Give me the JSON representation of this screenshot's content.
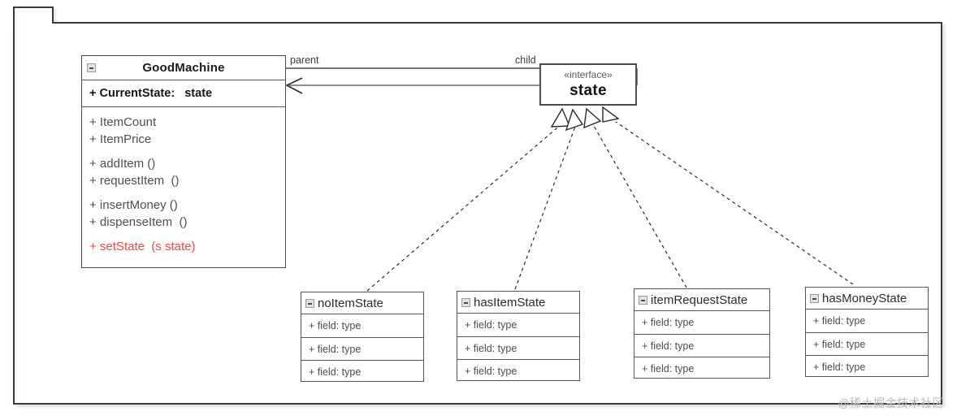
{
  "diagram": {
    "frame_tab_label": "",
    "watermark": "@稀土掘金技术社区",
    "colors": {
      "line": "#4a4a52",
      "text": "#4c4c4c",
      "accent": "#ef4b4b",
      "background": "#ffffff"
    }
  },
  "main_class": {
    "icon": "collapse-minus-icon",
    "name": "GoodMachine",
    "attributes": [
      "+ CurrentState:   state"
    ],
    "operations_group_1": [
      "+ ItemCount",
      "+ ItemPrice"
    ],
    "operations_group_2": [
      "+ addItem ()",
      "+ requestItem  ()"
    ],
    "operations_group_3": [
      "+ insertMoney ()",
      "+ dispenseItem  ()"
    ],
    "operations_group_4": [
      "+ setState  (s state)"
    ]
  },
  "interface": {
    "stereotype": "«interface»",
    "name": "state"
  },
  "association": {
    "source_label": "parent",
    "target_label": "child"
  },
  "subclasses": [
    {
      "icon": "collapse-minus-icon",
      "name": "noItemState",
      "fields": [
        "+ field: type",
        "+ field: type",
        "+ field: type"
      ]
    },
    {
      "icon": "collapse-minus-icon",
      "name": "hasItemState",
      "fields": [
        "+ field: type",
        "+ field: type",
        "+ field: type"
      ]
    },
    {
      "icon": "collapse-minus-icon",
      "name": "itemRequestState",
      "fields": [
        "+ field: type",
        "+ field: type",
        "+ field: type"
      ]
    },
    {
      "icon": "collapse-minus-icon",
      "name": "hasMoneyState",
      "fields": [
        "+ field: type",
        "+ field: type",
        "+ field: type"
      ]
    }
  ]
}
